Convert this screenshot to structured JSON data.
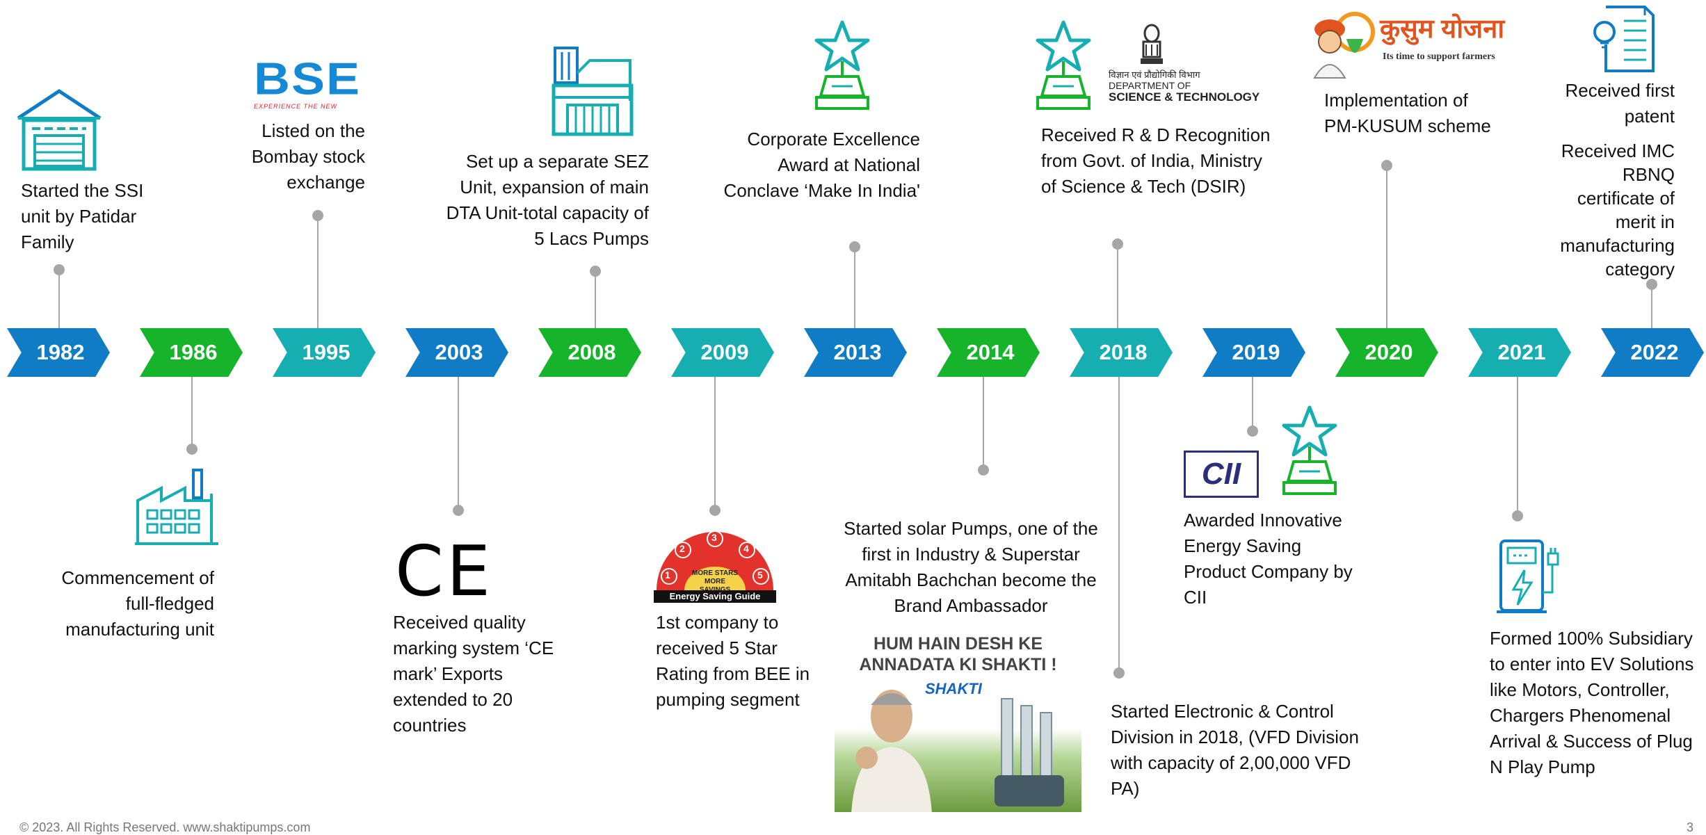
{
  "years": [
    "1982",
    "1986",
    "1995",
    "2003",
    "2008",
    "2009",
    "2013",
    "2014",
    "2018",
    "2019",
    "2020",
    "2021",
    "2022"
  ],
  "colors": {
    "blue": "#0f7cc5",
    "green": "#15b42a",
    "teal": "#16aeb0",
    "line": "#a6a6a6"
  },
  "events": {
    "e1982": "Started the SSI unit by Patidar Family",
    "e1986": "Commencement of full-fledged manufacturing unit",
    "e1995": "Listed on the Bombay stock exchange",
    "e2003": "Received quality marking system ‘CE mark’ Exports extended to 20 countries",
    "e2008": "Set up a separate SEZ Unit, expansion of main DTA Unit-total capacity of 5 Lacs Pumps",
    "e2009": "1st company to received 5 Star Rating from BEE in pumping segment",
    "e2013": "Corporate Excellence Award at National Conclave ‘Make In India'",
    "e2014": "Started solar Pumps, one of the first in Industry & Superstar Amitabh Bachchan become the Brand Ambassador",
    "e2018a": "Received R & D Recognition from Govt. of India, Ministry of Science & Tech (DSIR)",
    "e2018b": "Started Electronic & Control Division in 2018, (VFD Division with capacity of 2,00,000 VFD PA)",
    "e2019": "Awarded Innovative Energy Saving Product Company by CII",
    "e2020": "Implementation of PM-KUSUM scheme",
    "e2021": "Formed 100% Subsidiary to enter into EV Solutions like Motors, Controller, Chargers Phenomenal Arrival & Success of Plug N Play Pump",
    "e2022a": "Received first patent",
    "e2022b": "Received IMC RBNQ certificate of merit in manufacturing category"
  },
  "logos": {
    "bse": "BSE",
    "bse_tag": "EXPERIENCE THE NEW",
    "ce": "CE",
    "bee_stars": [
      "1",
      "2",
      "3",
      "4",
      "5"
    ],
    "bee_band": "MORE STARS MORE SAVINGS",
    "bee_guide": "Energy Saving Guide",
    "dst_hindi": "विज्ञान एवं प्रौद्योगिकी विभाग",
    "dst_line1": "DEPARTMENT OF",
    "dst_line2": "SCIENCE & TECHNOLOGY",
    "kusum_title": "कुसुम योजना",
    "kusum_tag": "Its time to support farmers",
    "cii": "CII",
    "ad_line1": "HUM HAIN DESH KE",
    "ad_line2": "ANNADATA KI SHAKTI !",
    "ad_brand": "SHAKTI"
  },
  "footer": {
    "copyright": "© 2023. All Rights Reserved. www.shaktipumps.com",
    "page": "3"
  }
}
